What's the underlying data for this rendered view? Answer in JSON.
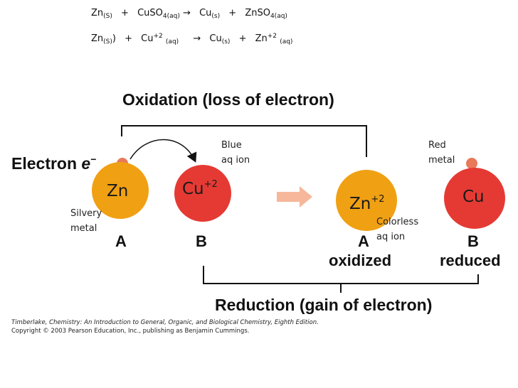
{
  "equations": {
    "line1": {
      "zn": "Zn",
      "zn_state": "(S)",
      "plus1": "+",
      "cuso": "CuSO",
      "cuso_sub": "4(aq)",
      "arrow": "→",
      "cu": "Cu",
      "cu_state": "(s)",
      "plus2": "+",
      "znso": "ZnSO",
      "znso_sub": "4(aq)"
    },
    "line2": {
      "zn": "Zn",
      "zn_state": "(S)",
      "zn_paren": ")",
      "plus1": "+",
      "cu": "Cu",
      "cu_sup": "+2",
      "cu_state": "(aq)",
      "arrow": "→",
      "cu2": "Cu",
      "cu2_state": "(s)",
      "plus2": "+",
      "zn2": "Zn",
      "zn2_sup": "+2",
      "zn2_state": "(aq)"
    }
  },
  "diagram": {
    "oxidation_title": "Oxidation (loss of electron)",
    "reduction_title": "Reduction (gain of electron)",
    "electron_label": "Electron",
    "electron_symbol": "e",
    "electron_sign": "−",
    "left": {
      "zn_label": "Zn",
      "cu_label": "Cu",
      "cu_charge": "+2",
      "zn_letter": "A",
      "cu_letter": "B",
      "zn_note": [
        "Silvery",
        "metal"
      ],
      "cu_note": [
        "Blue",
        "aq ion"
      ]
    },
    "right": {
      "zn_label": "Zn",
      "zn_charge": "+2",
      "cu_label": "Cu",
      "zn_letter": "A",
      "cu_letter": "B",
      "zn_result": "oxidized",
      "cu_result": "reduced",
      "zn_note": [
        "Colorless",
        "aq ion"
      ],
      "cu_note": [
        "Red",
        "metal"
      ]
    },
    "colors": {
      "zinc": "#f0a013",
      "copper": "#e53a33",
      "electron": "#e8795b",
      "arrow": "#f6b79a"
    }
  },
  "credit": {
    "line1_author": "Timberlake,",
    "line1_title": "Chemistry: An Introduction to General, Organic, and Biological Chemistry, Eighth Edition.",
    "line2": "Copyright © 2003 Pearson Education, Inc., publishing as Benjamin Cummings."
  }
}
